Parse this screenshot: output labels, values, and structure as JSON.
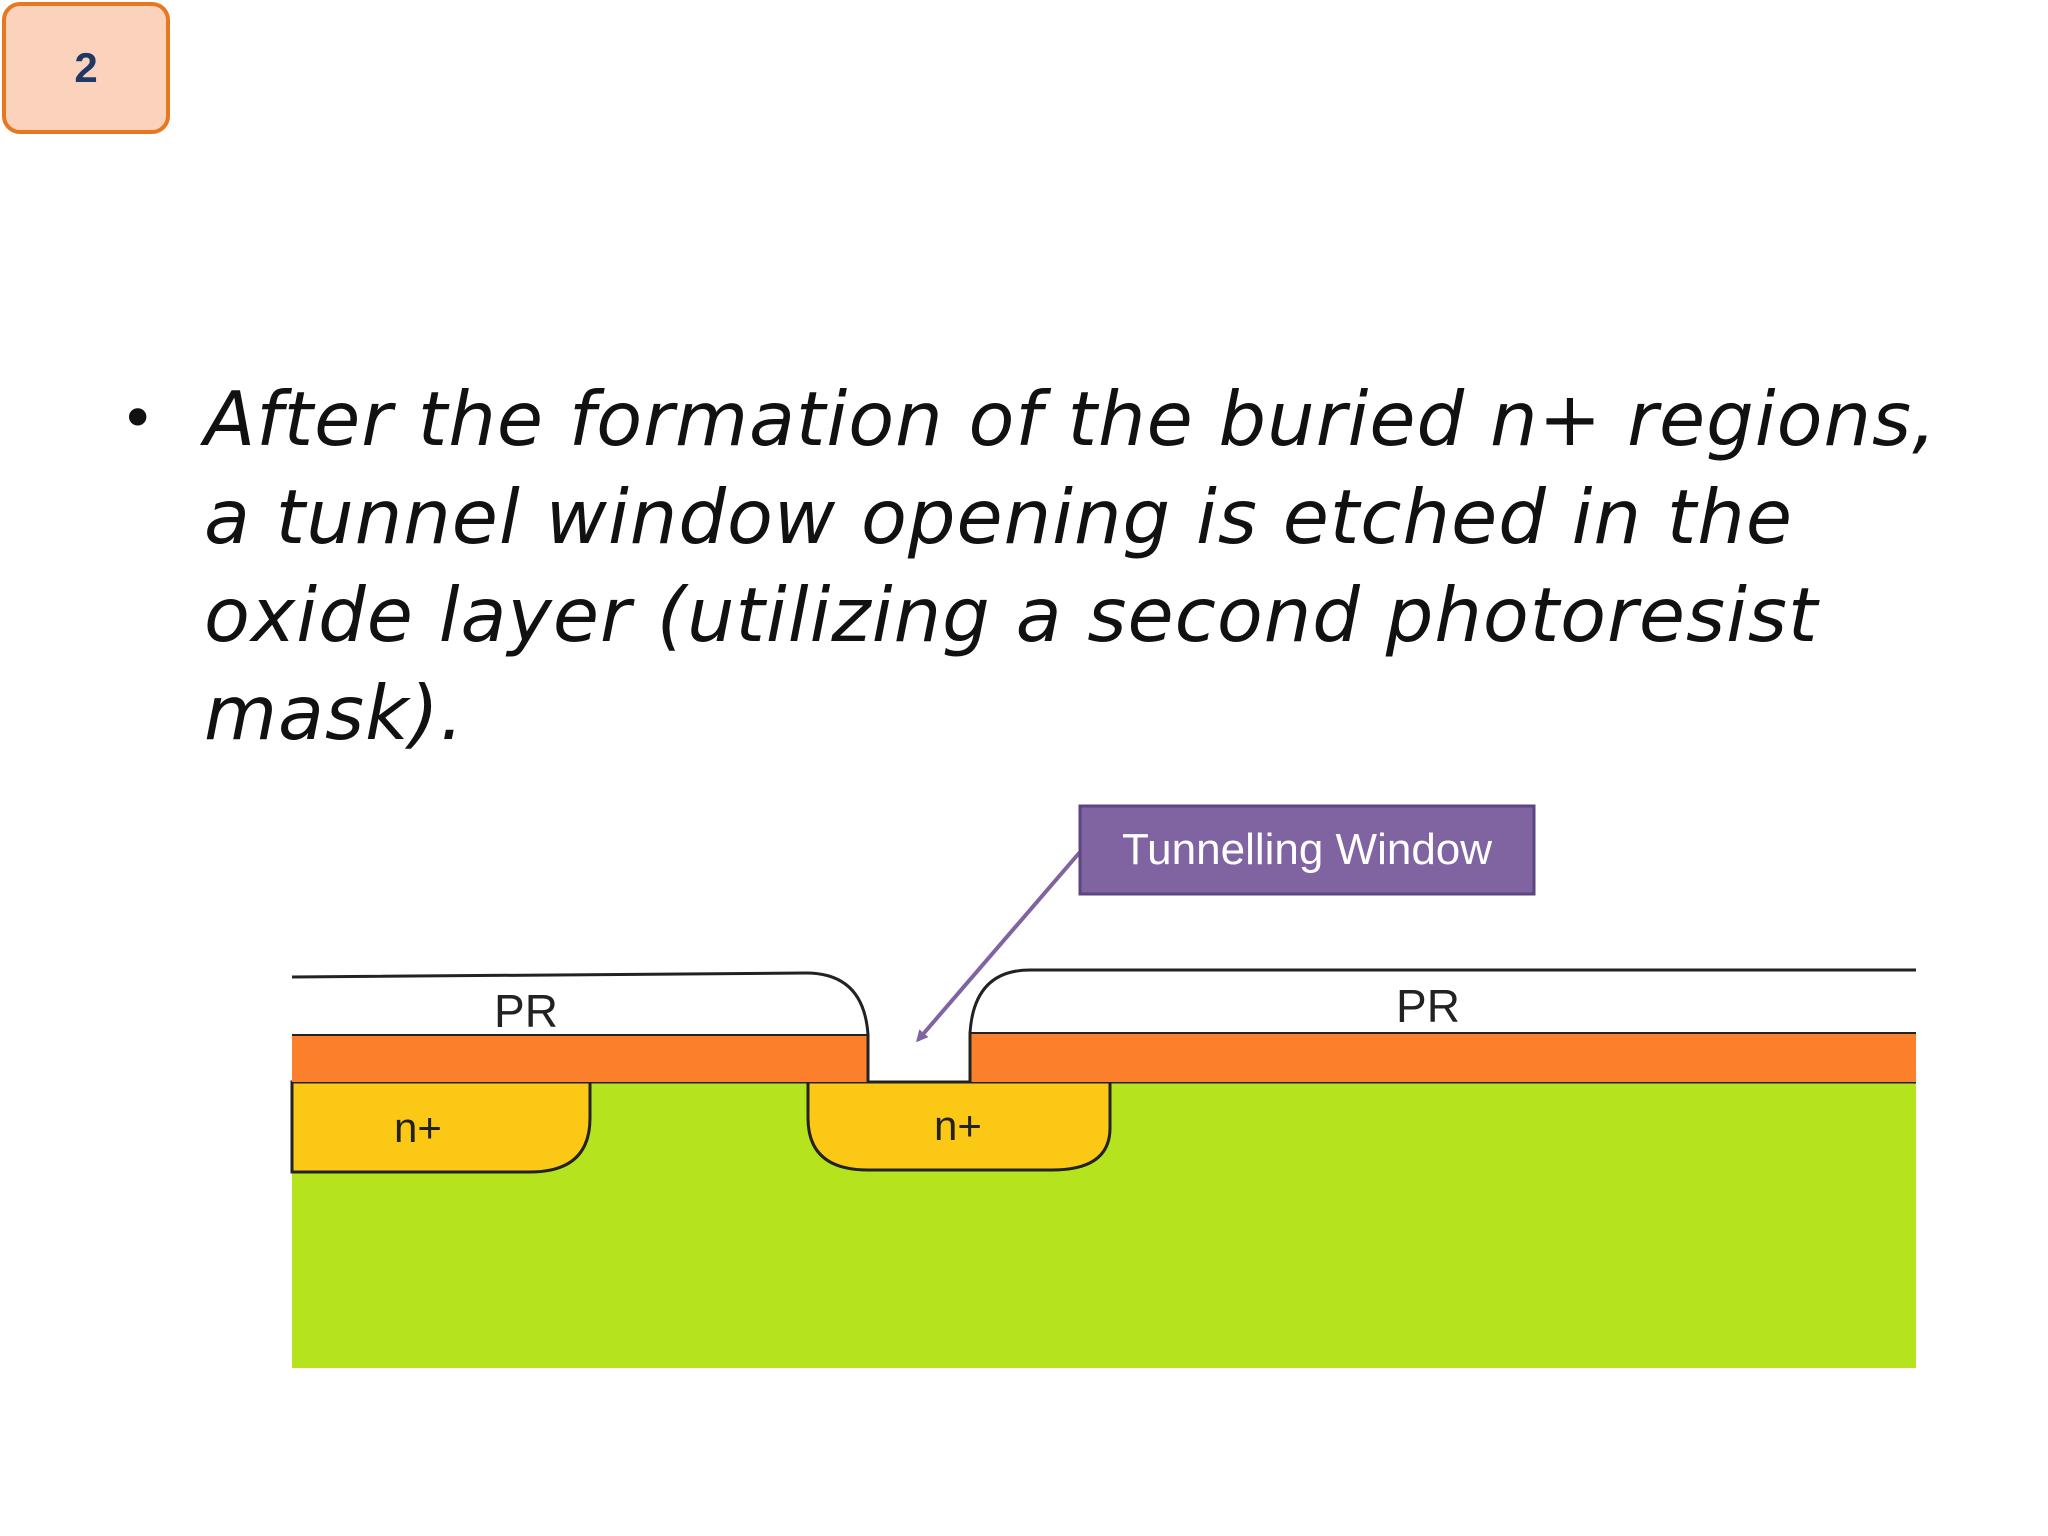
{
  "slide": {
    "number": "2"
  },
  "bullet": {
    "text": "After the formation of the buried n+ regions, a tunnel window opening is etched in the oxide layer (utilizing a second photoresist mask)."
  },
  "diagram": {
    "callout_label": "Tunnelling Window",
    "pr_left_label": "PR",
    "pr_right_label": "PR",
    "n_left_label": "n+",
    "n_center_label": "n+",
    "colors": {
      "substrate": "#b5e41f",
      "oxide": "#fc7f2c",
      "n_plus": "#fcc816",
      "photoresist": "#ffffff",
      "callout_fill": "#8064a2",
      "callout_border": "#5c4680",
      "badge_fill": "#fbd3bd",
      "badge_border": "#e87722"
    }
  }
}
